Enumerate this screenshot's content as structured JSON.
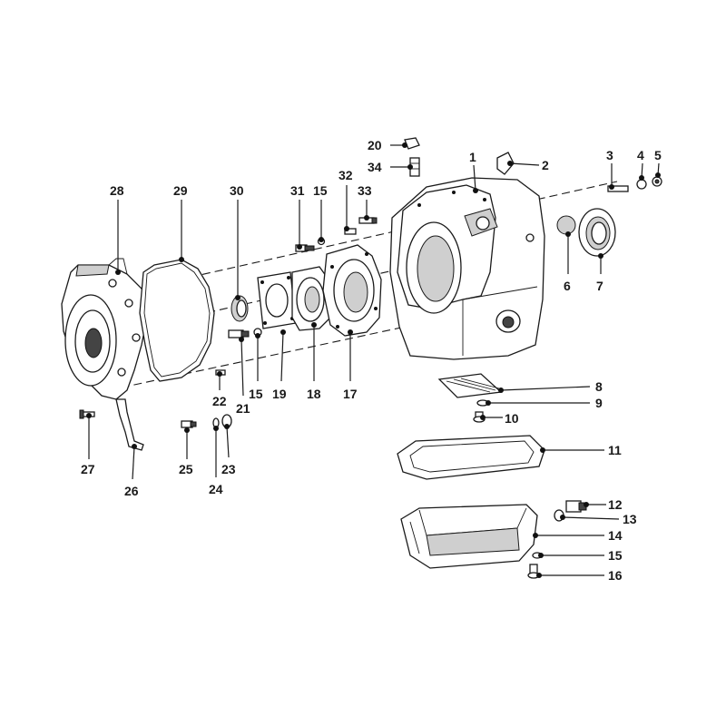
{
  "callouts": [
    {
      "id": "1",
      "text": "1"
    },
    {
      "id": "2",
      "text": "2"
    },
    {
      "id": "3",
      "text": "3"
    },
    {
      "id": "4",
      "text": "4"
    },
    {
      "id": "5",
      "text": "5"
    },
    {
      "id": "6",
      "text": "6"
    },
    {
      "id": "7",
      "text": "7"
    },
    {
      "id": "8",
      "text": "8"
    },
    {
      "id": "9",
      "text": "9"
    },
    {
      "id": "10",
      "text": "10"
    },
    {
      "id": "11",
      "text": "11"
    },
    {
      "id": "12",
      "text": "12"
    },
    {
      "id": "13",
      "text": "13"
    },
    {
      "id": "14",
      "text": "14"
    },
    {
      "id": "15a",
      "text": "15"
    },
    {
      "id": "16",
      "text": "16"
    },
    {
      "id": "17",
      "text": "17"
    },
    {
      "id": "18",
      "text": "18"
    },
    {
      "id": "19",
      "text": "19"
    },
    {
      "id": "15b",
      "text": "15"
    },
    {
      "id": "21",
      "text": "21"
    },
    {
      "id": "22",
      "text": "22"
    },
    {
      "id": "23",
      "text": "23"
    },
    {
      "id": "24",
      "text": "24"
    },
    {
      "id": "25",
      "text": "25"
    },
    {
      "id": "26",
      "text": "26"
    },
    {
      "id": "27",
      "text": "27"
    },
    {
      "id": "28",
      "text": "28"
    },
    {
      "id": "29",
      "text": "29"
    },
    {
      "id": "30",
      "text": "30"
    },
    {
      "id": "31",
      "text": "31"
    },
    {
      "id": "15c",
      "text": "15"
    },
    {
      "id": "32",
      "text": "32"
    },
    {
      "id": "33",
      "text": "33"
    },
    {
      "id": "20",
      "text": "20"
    },
    {
      "id": "34",
      "text": "34"
    }
  ]
}
